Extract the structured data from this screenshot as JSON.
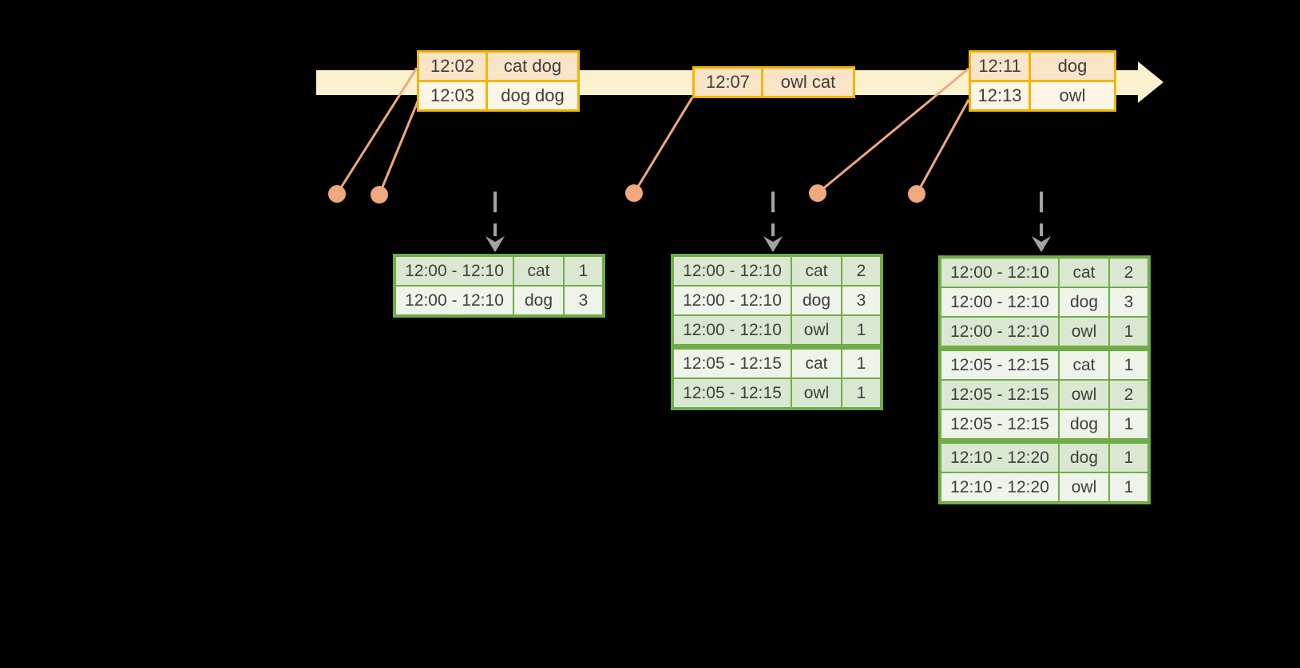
{
  "colors": {
    "background": "#000000",
    "timeline-fill": "#FBF1CF",
    "event-border": "#F2B600",
    "event-row-peach": "#FAE4C8",
    "event-row-cream": "#FDF5E6",
    "connector": "#F0A87D",
    "result-border": "#70AD47",
    "result-row-dark": "#DBE8D1",
    "result-row-light": "#EEF4E9",
    "arrow-gray": "#A3A3A3",
    "text": "#3E3E3E"
  },
  "event_tables": [
    {
      "rows": [
        {
          "time": "12:02",
          "words": "cat dog"
        },
        {
          "time": "12:03",
          "words": "dog dog"
        }
      ]
    },
    {
      "rows": [
        {
          "time": "12:07",
          "words": "owl cat"
        }
      ]
    },
    {
      "rows": [
        {
          "time": "12:11",
          "words": "dog"
        },
        {
          "time": "12:13",
          "words": "owl"
        }
      ]
    }
  ],
  "result_tables": [
    {
      "rows": [
        {
          "window": "12:00 - 12:10",
          "word": "cat",
          "count": "1"
        },
        {
          "window": "12:00 - 12:10",
          "word": "dog",
          "count": "3"
        }
      ]
    },
    {
      "rows": [
        {
          "window": "12:00 - 12:10",
          "word": "cat",
          "count": "2"
        },
        {
          "window": "12:00 - 12:10",
          "word": "dog",
          "count": "3"
        },
        {
          "window": "12:00 - 12:10",
          "word": "owl",
          "count": "1"
        },
        {
          "window": "12:05 - 12:15",
          "word": "cat",
          "count": "1"
        },
        {
          "window": "12:05 - 12:15",
          "word": "owl",
          "count": "1"
        }
      ]
    },
    {
      "rows": [
        {
          "window": "12:00 - 12:10",
          "word": "cat",
          "count": "2"
        },
        {
          "window": "12:00 - 12:10",
          "word": "dog",
          "count": "3"
        },
        {
          "window": "12:00 - 12:10",
          "word": "owl",
          "count": "1"
        },
        {
          "window": "12:05 - 12:15",
          "word": "cat",
          "count": "1"
        },
        {
          "window": "12:05 - 12:15",
          "word": "owl",
          "count": "2"
        },
        {
          "window": "12:05 - 12:15",
          "word": "dog",
          "count": "1"
        },
        {
          "window": "12:10 - 12:20",
          "word": "dog",
          "count": "1"
        },
        {
          "window": "12:10 - 12:20",
          "word": "owl",
          "count": "1"
        }
      ]
    }
  ]
}
